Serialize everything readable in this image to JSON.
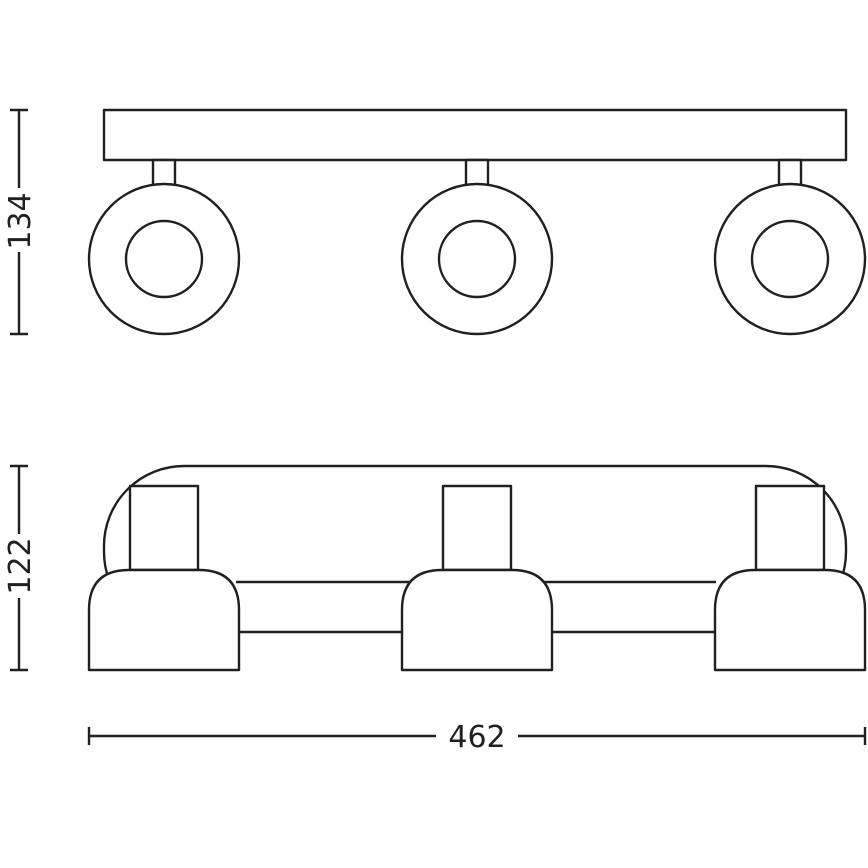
{
  "dimensions": {
    "height_top": "134",
    "height_bottom": "122",
    "width": "462"
  },
  "colors": {
    "stroke": "#231f20",
    "background": "#ffffff"
  }
}
